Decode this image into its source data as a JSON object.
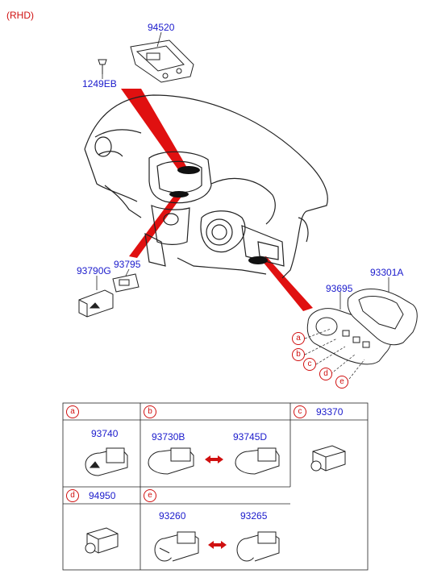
{
  "drive_side": "(RHD)",
  "callouts": {
    "p94520": "94520",
    "p1249EB": "1249EB",
    "p93790G": "93790G",
    "p93795": "93795",
    "p93695": "93695",
    "p93301A": "93301A"
  },
  "letters": [
    "a",
    "b",
    "c",
    "d",
    "e"
  ],
  "table": {
    "a": {
      "letter": "a",
      "parts": [
        "93740"
      ]
    },
    "b": {
      "letter": "b",
      "parts": [
        "93730B",
        "93745D"
      ]
    },
    "c": {
      "letter": "c",
      "parts": [
        "93370"
      ]
    },
    "d": {
      "letter": "d",
      "parts": [
        "94950"
      ]
    },
    "e": {
      "letter": "e",
      "parts": [
        "93260",
        "93265"
      ]
    }
  },
  "colors": {
    "callout": "#1a1acc",
    "accent": "#d01010",
    "line": "#222222"
  }
}
